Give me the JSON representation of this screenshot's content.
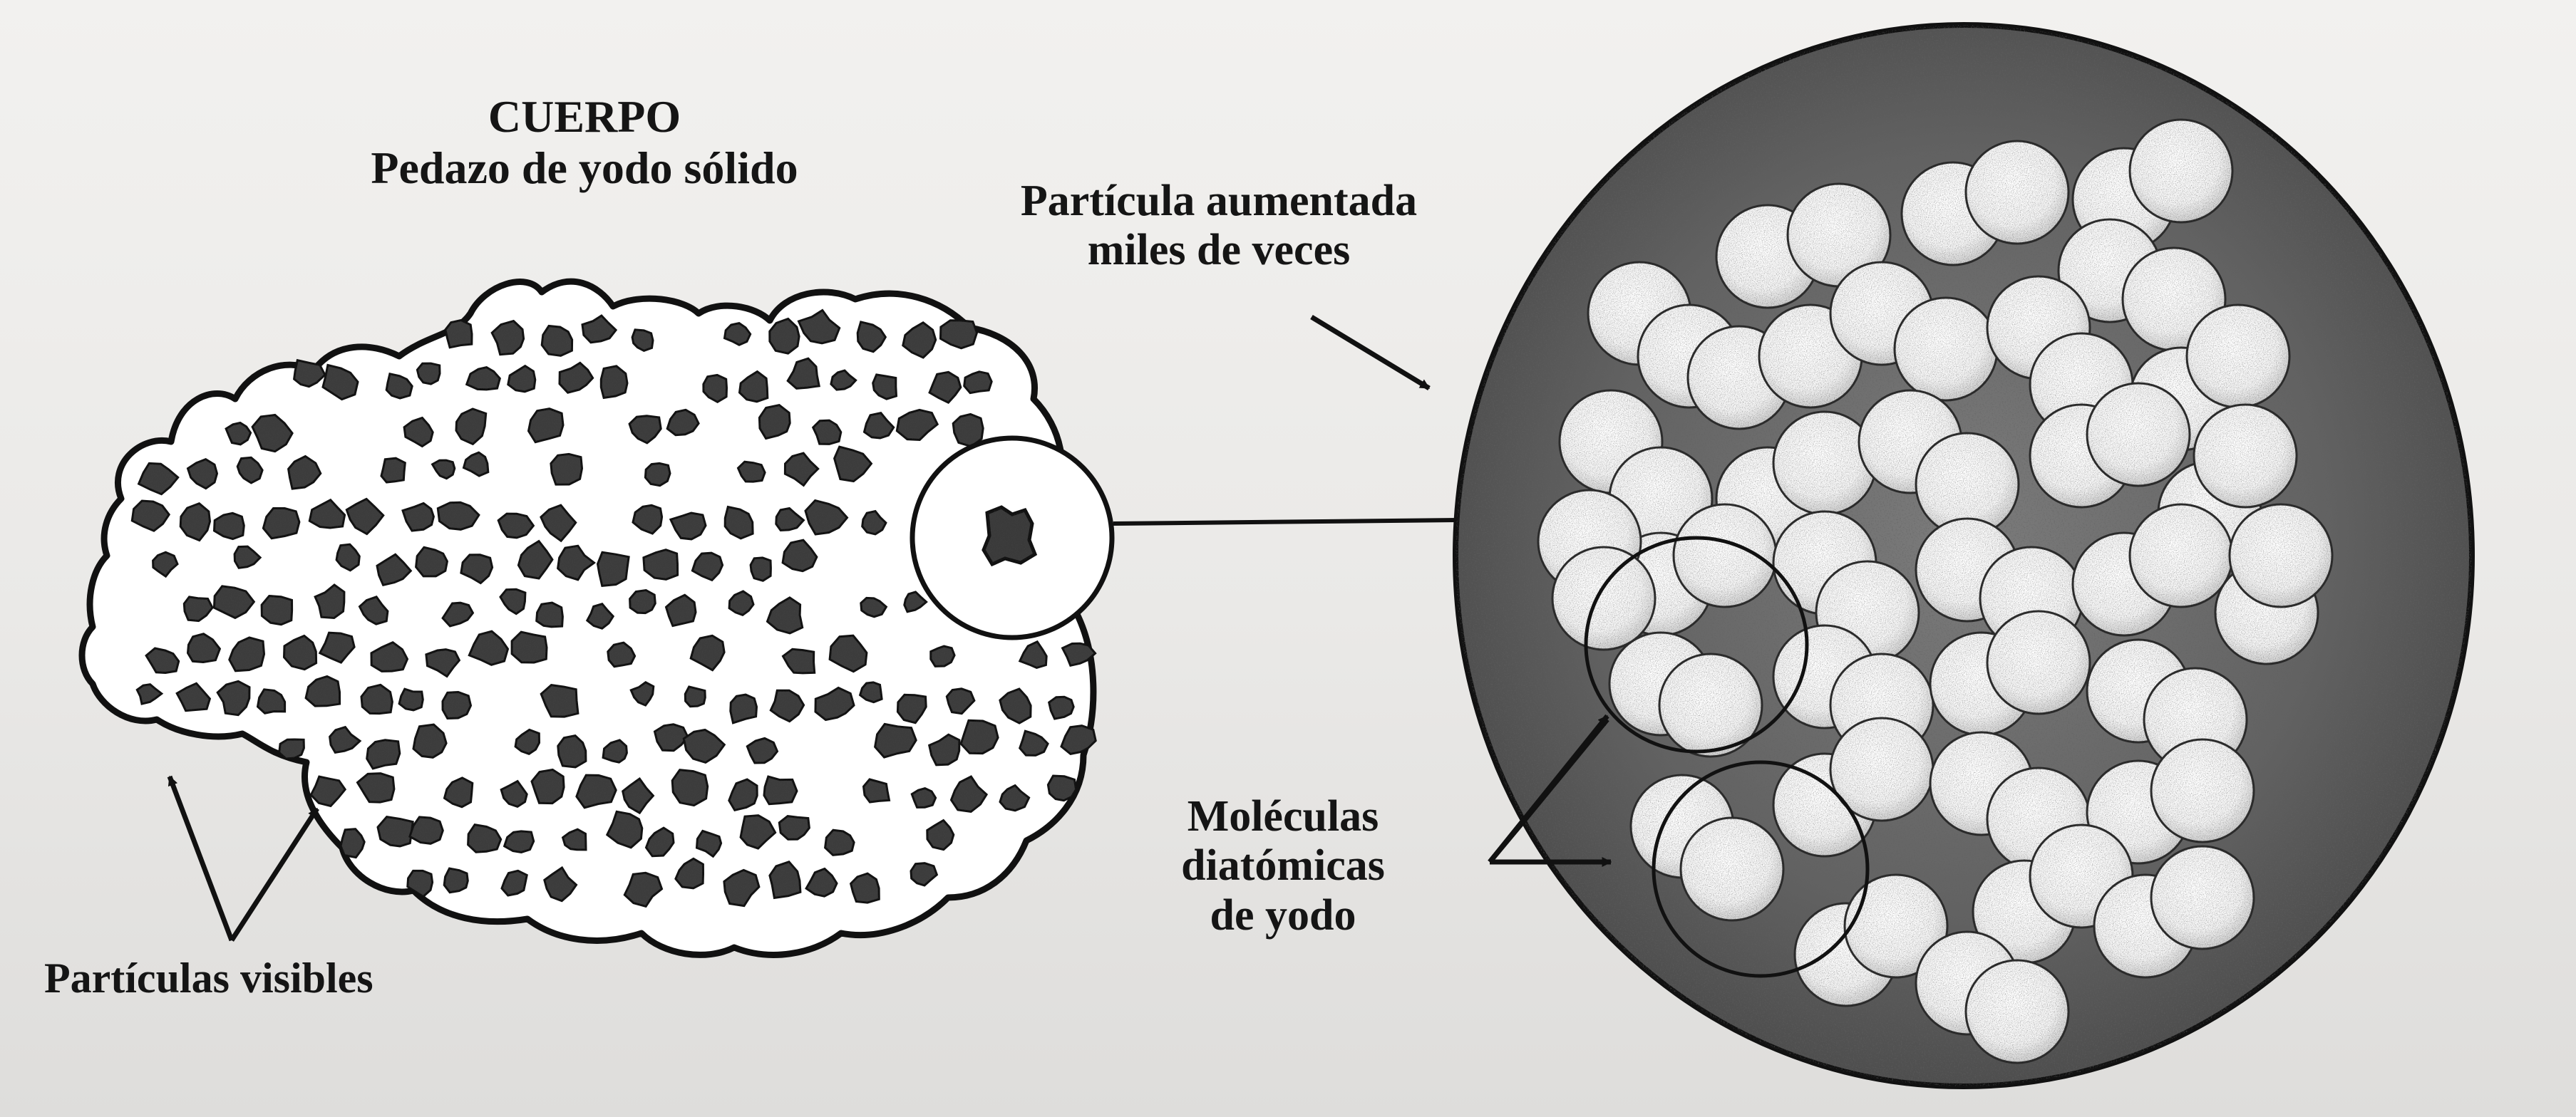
{
  "labels": {
    "body_title": "CUERPO",
    "body_subtitle": "Pedazo de yodo sólido",
    "magnified_line1": "Partícula aumentada",
    "magnified_line2": "miles de veces",
    "molecules_line1": "Moléculas",
    "molecules_line2": "diatómicas",
    "molecules_line3": "de yodo",
    "visible_particles": "Partículas visibles"
  }
}
